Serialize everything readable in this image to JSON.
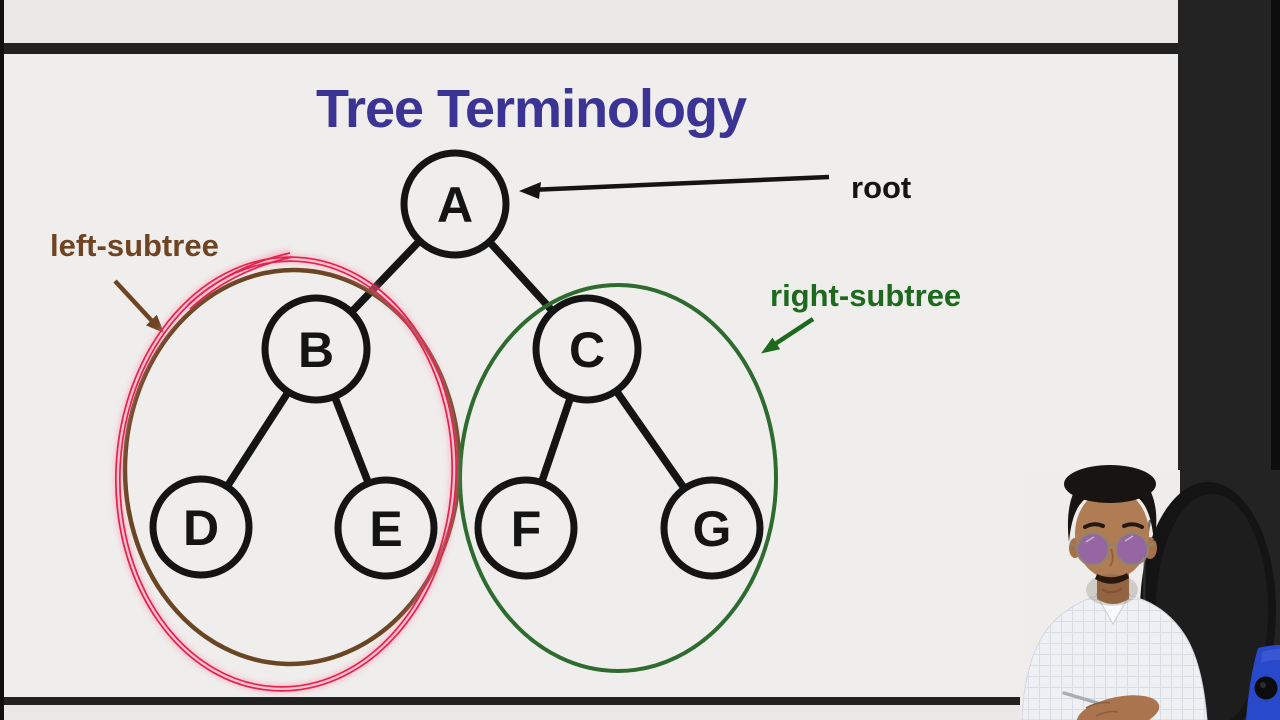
{
  "slide": {
    "title": "Tree Terminology",
    "labels": {
      "root": "root",
      "left_subtree": "left-subtree",
      "right_subtree": "right-subtree"
    }
  },
  "tree": {
    "type": "binary-tree",
    "root": "A",
    "nodes": [
      {
        "id": "A",
        "label": "A"
      },
      {
        "id": "B",
        "label": "B"
      },
      {
        "id": "C",
        "label": "C"
      },
      {
        "id": "D",
        "label": "D"
      },
      {
        "id": "E",
        "label": "E"
      },
      {
        "id": "F",
        "label": "F"
      },
      {
        "id": "G",
        "label": "G"
      }
    ],
    "edges": [
      [
        "A",
        "B"
      ],
      [
        "A",
        "C"
      ],
      [
        "B",
        "D"
      ],
      [
        "B",
        "E"
      ],
      [
        "C",
        "F"
      ],
      [
        "C",
        "G"
      ]
    ],
    "left_subtree_nodes": [
      "B",
      "D",
      "E"
    ],
    "right_subtree_nodes": [
      "C",
      "F",
      "G"
    ]
  },
  "colors": {
    "title_text": "#3b3494",
    "left_subtree_text": "#6e4423",
    "left_subtree_ellipse": "#6a4524",
    "right_subtree_text": "#1d691d",
    "right_subtree_ellipse": "#2e6b2e",
    "pen_highlight": "#e4224e",
    "diagram_ink": "#141414",
    "slide_background": "#efeeec",
    "letterbox_background": "#232323",
    "mic_arm_blue": "#2849c9"
  }
}
